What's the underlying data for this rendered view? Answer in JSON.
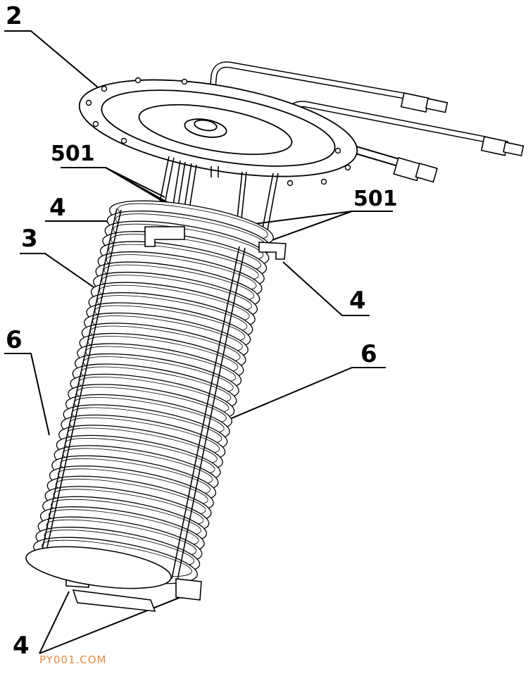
{
  "labels": {
    "flange": "2",
    "coil": "3",
    "clip_top_left": "4",
    "clip_right": "4",
    "clip_bottom": "4",
    "rods_left": "501",
    "rods_right": "501",
    "strip_left": "6",
    "strip_right": "6"
  },
  "watermark": "PY001.COM",
  "colors": {
    "line": "#000000",
    "watermark": "#f08a3c"
  }
}
